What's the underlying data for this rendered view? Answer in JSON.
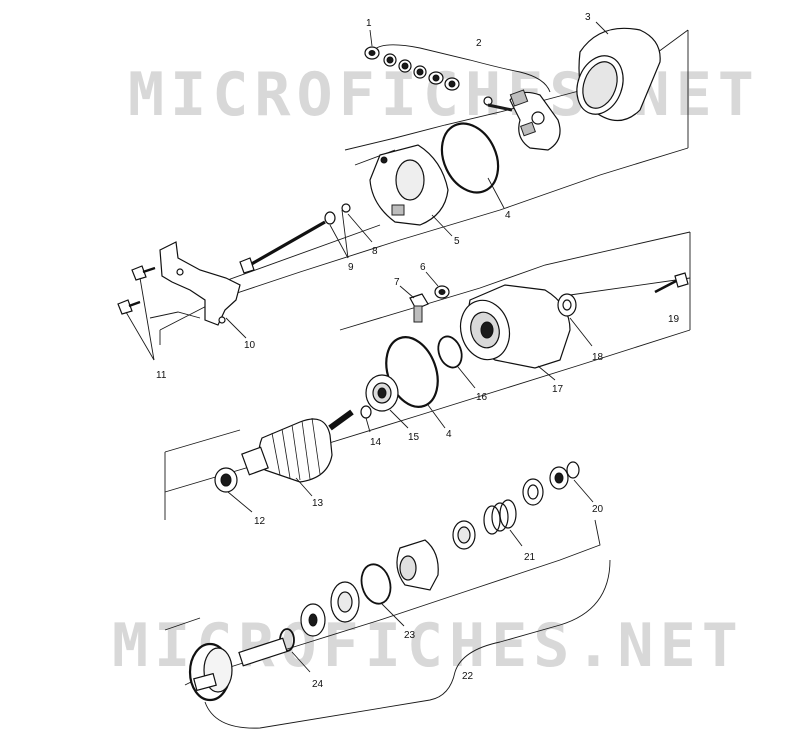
{
  "watermark": "MICROFICHES.NET",
  "callouts": [
    "1",
    "2",
    "3",
    "4",
    "5",
    "6",
    "7",
    "8",
    "9",
    "10",
    "11",
    "12",
    "13",
    "14",
    "15",
    "4",
    "16",
    "17",
    "18",
    "19",
    "20",
    "21",
    "22",
    "23",
    "24"
  ],
  "colors": {
    "line": "#1a1a1a",
    "watermark": "#d8d8d8",
    "background": "#ffffff"
  }
}
